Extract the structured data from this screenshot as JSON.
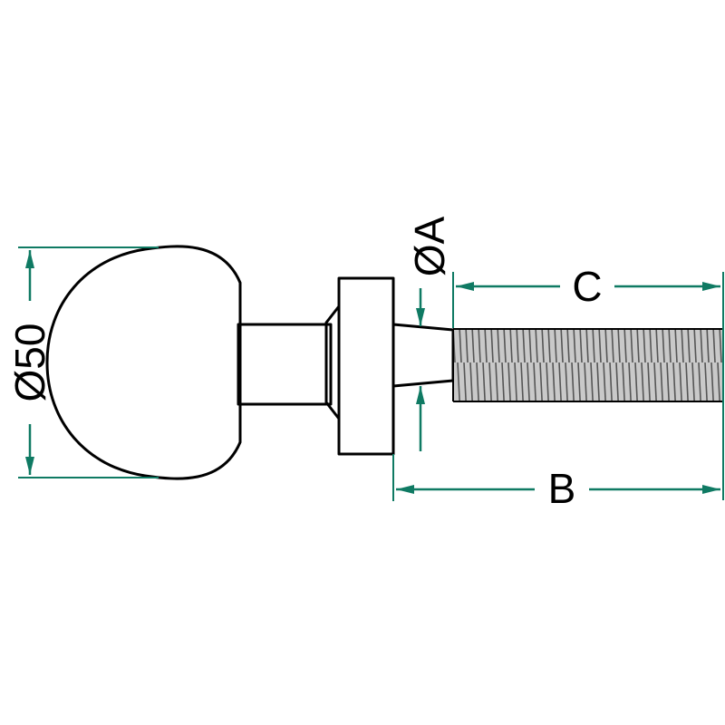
{
  "colors": {
    "dimension": "#0f7a63",
    "outline": "#000000",
    "ball_fill": "#f2efe9",
    "thread_fill": "#b8b8b8"
  },
  "dimensions": {
    "ball_diameter_label": "Ø50",
    "shank_diameter_label": "ØA",
    "thread_length_label": "C",
    "total_length_label": "B"
  }
}
